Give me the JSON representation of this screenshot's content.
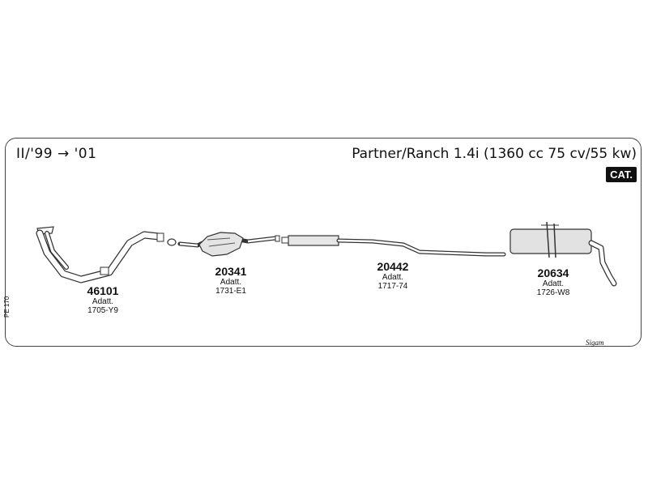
{
  "header": {
    "date_range": "II/'99 → '01",
    "model": "Partner/Ranch 1.4i (1360 cc 75 cv/55 kw)",
    "badge": "CAT."
  },
  "side_code": "PE 170",
  "brand": "Sigam",
  "parts": [
    {
      "number": "46101",
      "label": "Adatt.",
      "ref": "1705-Y9"
    },
    {
      "number": "20341",
      "label": "Adatt.",
      "ref": "1731-E1"
    },
    {
      "number": "20442",
      "label": "Adatt.",
      "ref": "1717-74"
    },
    {
      "number": "20634",
      "label": "Adatt.",
      "ref": "1726-W8"
    }
  ]
}
